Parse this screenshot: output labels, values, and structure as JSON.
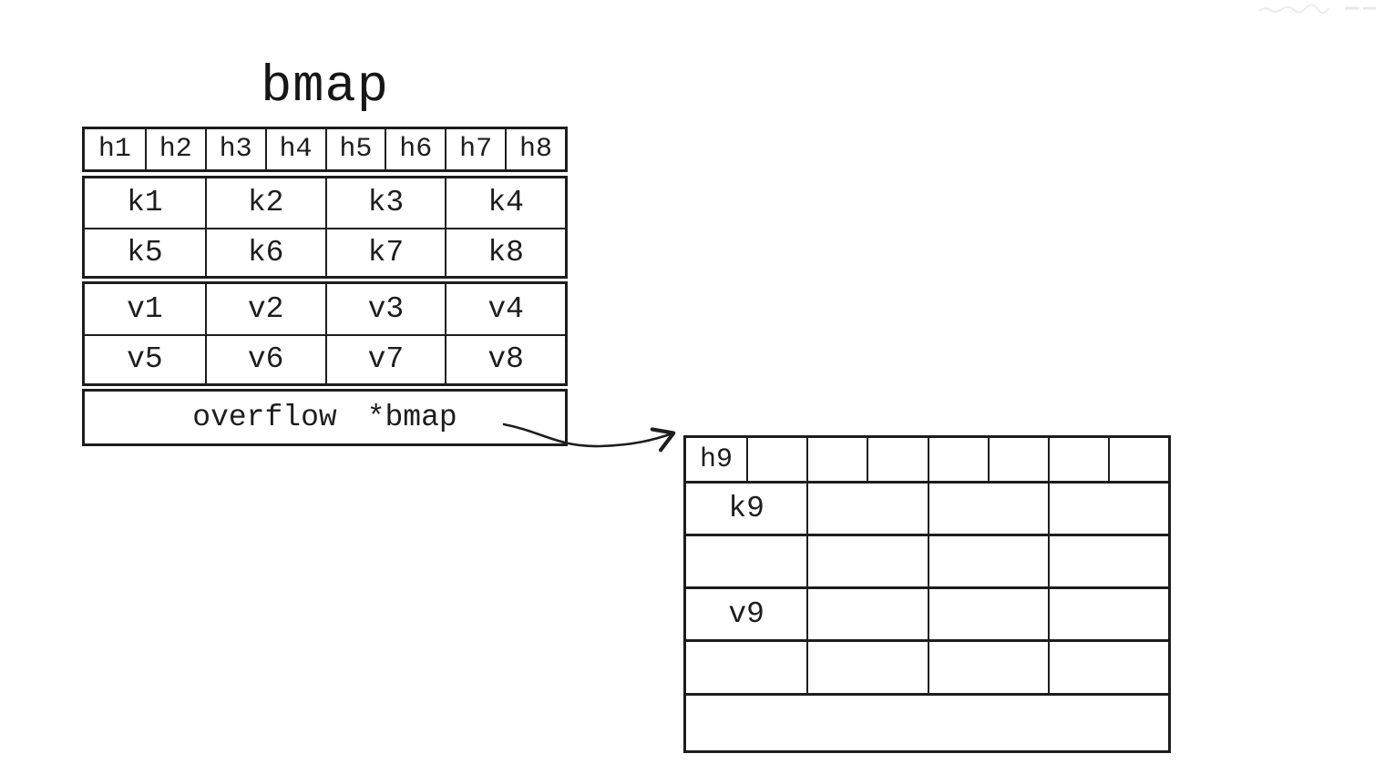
{
  "diagram": {
    "title": "bmap",
    "bucket": {
      "hash_cells": [
        "h1",
        "h2",
        "h3",
        "h4",
        "h5",
        "h6",
        "h7",
        "h8"
      ],
      "key_cells": [
        "k1",
        "k2",
        "k3",
        "k4",
        "k5",
        "k6",
        "k7",
        "k8"
      ],
      "value_cells": [
        "v1",
        "v2",
        "v3",
        "v4",
        "v5",
        "v6",
        "v7",
        "v8"
      ],
      "overflow_field": "overflow",
      "overflow_type": "*bmap"
    },
    "overflow_bucket": {
      "hash_cells": [
        "h9",
        "",
        "",
        "",
        "",
        "",
        "",
        ""
      ],
      "rows": [
        [
          "k9",
          "",
          "",
          ""
        ],
        [
          "",
          "",
          "",
          ""
        ],
        [
          "v9",
          "",
          "",
          ""
        ],
        [
          "",
          "",
          "",
          ""
        ]
      ],
      "overflow_field": ""
    },
    "colors": {
      "line": "#1d1d1d",
      "background": "#ffffff"
    }
  }
}
